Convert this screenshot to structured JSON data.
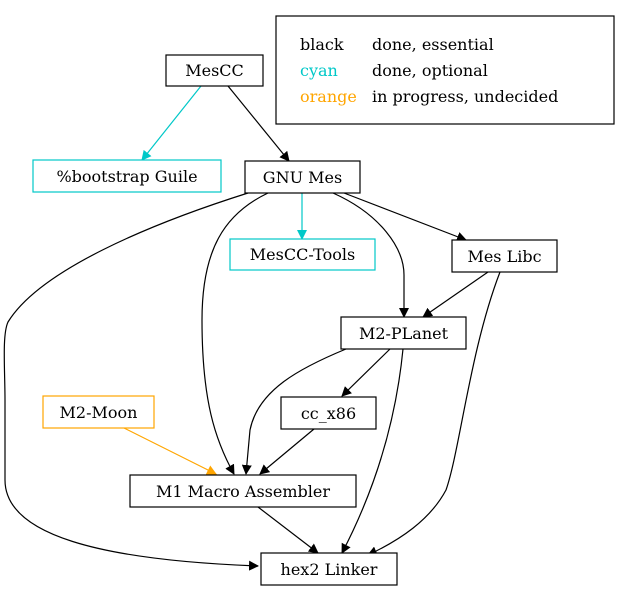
{
  "colors": {
    "black": "#000000",
    "cyan": "#00c8c8",
    "orange": "#ffa500"
  },
  "legend": {
    "rows": [
      {
        "key": "black",
        "desc": "done, essential",
        "color": "#000000"
      },
      {
        "key": "cyan",
        "desc": "done, optional",
        "color": "#00c8c8"
      },
      {
        "key": "orange",
        "desc": "in progress, undecided",
        "color": "#ffa500"
      }
    ]
  },
  "nodes": {
    "mescc": {
      "label": "MesCC",
      "status": "black"
    },
    "bootstrap_guile": {
      "label": "%bootstrap Guile",
      "status": "cyan"
    },
    "gnu_mes": {
      "label": "GNU Mes",
      "status": "black"
    },
    "mescc_tools": {
      "label": "MesCC-Tools",
      "status": "cyan"
    },
    "mes_libc": {
      "label": "Mes Libc",
      "status": "black"
    },
    "m2_planet": {
      "label": "M2-PLanet",
      "status": "black"
    },
    "m2_moon": {
      "label": "M2-Moon",
      "status": "orange"
    },
    "cc_x86": {
      "label": "cc_x86",
      "status": "black"
    },
    "m1_macro_assembler": {
      "label": "M1 Macro Assembler",
      "status": "black"
    },
    "hex2_linker": {
      "label": "hex2 Linker",
      "status": "black"
    }
  },
  "edges": [
    {
      "from": "mescc",
      "to": "bootstrap_guile",
      "status": "cyan"
    },
    {
      "from": "mescc",
      "to": "gnu_mes",
      "status": "black"
    },
    {
      "from": "gnu_mes",
      "to": "mescc_tools",
      "status": "cyan"
    },
    {
      "from": "gnu_mes",
      "to": "mes_libc",
      "status": "black"
    },
    {
      "from": "gnu_mes",
      "to": "m2_planet",
      "status": "black"
    },
    {
      "from": "gnu_mes",
      "to": "m1_macro_assembler",
      "status": "black"
    },
    {
      "from": "gnu_mes",
      "to": "hex2_linker",
      "status": "black"
    },
    {
      "from": "mes_libc",
      "to": "m2_planet",
      "status": "black"
    },
    {
      "from": "mes_libc",
      "to": "hex2_linker",
      "status": "black"
    },
    {
      "from": "m2_planet",
      "to": "cc_x86",
      "status": "black"
    },
    {
      "from": "m2_planet",
      "to": "m1_macro_assembler",
      "status": "black"
    },
    {
      "from": "m2_planet",
      "to": "hex2_linker",
      "status": "black"
    },
    {
      "from": "cc_x86",
      "to": "m1_macro_assembler",
      "status": "black"
    },
    {
      "from": "m2_moon",
      "to": "m1_macro_assembler",
      "status": "orange"
    },
    {
      "from": "m1_macro_assembler",
      "to": "hex2_linker",
      "status": "black"
    }
  ]
}
